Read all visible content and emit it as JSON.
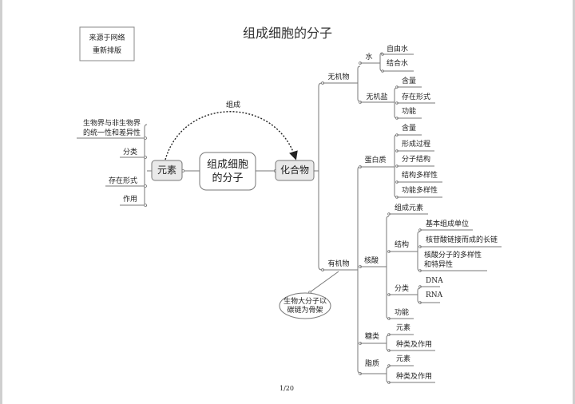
{
  "page": {
    "title": "组成细胞的分子",
    "page_number": "1/20",
    "source_box": [
      "来源于网络",
      "重新排版"
    ]
  },
  "center": {
    "line1": "组成细胞",
    "line2": "的分子"
  },
  "left_branch": {
    "node": "元素",
    "children": [
      {
        "lines": [
          "生物界与非生物界",
          "的统一性和差异性"
        ]
      },
      {
        "lines": [
          "分类"
        ]
      },
      {
        "lines": [
          "存在形式"
        ]
      },
      {
        "lines": [
          "作用"
        ]
      }
    ]
  },
  "relation": {
    "label": "组成"
  },
  "right_branch": {
    "node": "化合物",
    "annotation": [
      "生物大分子以",
      "碳链为骨架"
    ],
    "inorganic": {
      "label": "无机物",
      "water": {
        "label": "水",
        "children": [
          "自由水",
          "结合水"
        ]
      },
      "salt": {
        "label": "无机盐",
        "children": [
          "含量",
          "存在形式",
          "功能"
        ]
      }
    },
    "organic": {
      "label": "有机物",
      "protein": {
        "label": "蛋白质",
        "children": [
          "含量",
          "形成过程",
          "分子结构",
          "结构多样性",
          "功能多样性"
        ]
      },
      "nucleic_acid": {
        "label": "核酸",
        "elements": "组成元素",
        "structure": {
          "label": "结构",
          "children": [
            "基本组成单位",
            "核苷酸链接而成的长链",
            [
              "核酸分子的多样性",
              "和特异性"
            ]
          ]
        },
        "classification": {
          "label": "分类",
          "children": [
            "DNA",
            "RNA"
          ]
        },
        "function": "功能"
      },
      "sugar": {
        "label": "糖类",
        "children": [
          "元素",
          "种类及作用"
        ]
      },
      "lipid": {
        "label": "脂质",
        "children": [
          "元素",
          "种类及作用"
        ]
      }
    }
  }
}
